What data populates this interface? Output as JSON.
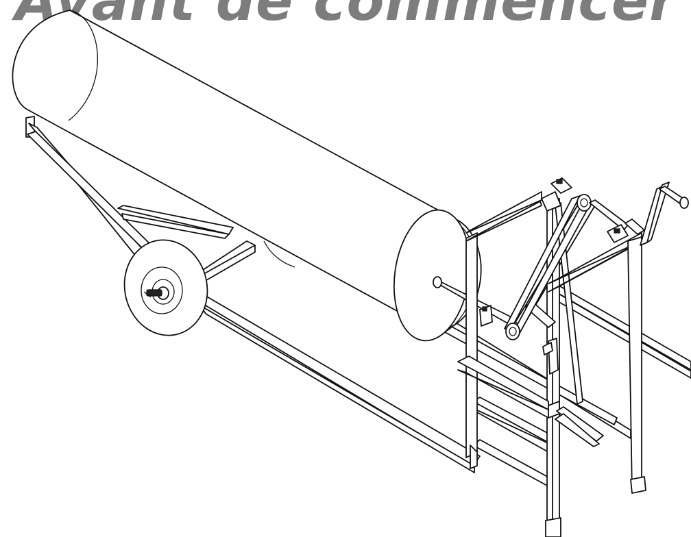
{
  "page": {
    "heading": "Avant de commencer"
  },
  "colors": {
    "background": "#ffffff",
    "heading_text": "#7d7d7d",
    "line_art": "#111111"
  },
  "figure": {
    "kind": "isometric line drawing",
    "parts": [
      "material-roll",
      "roll-end-disc",
      "main-frame",
      "left-wheel",
      "upright-frame",
      "belt-drive",
      "crank-handle"
    ]
  }
}
